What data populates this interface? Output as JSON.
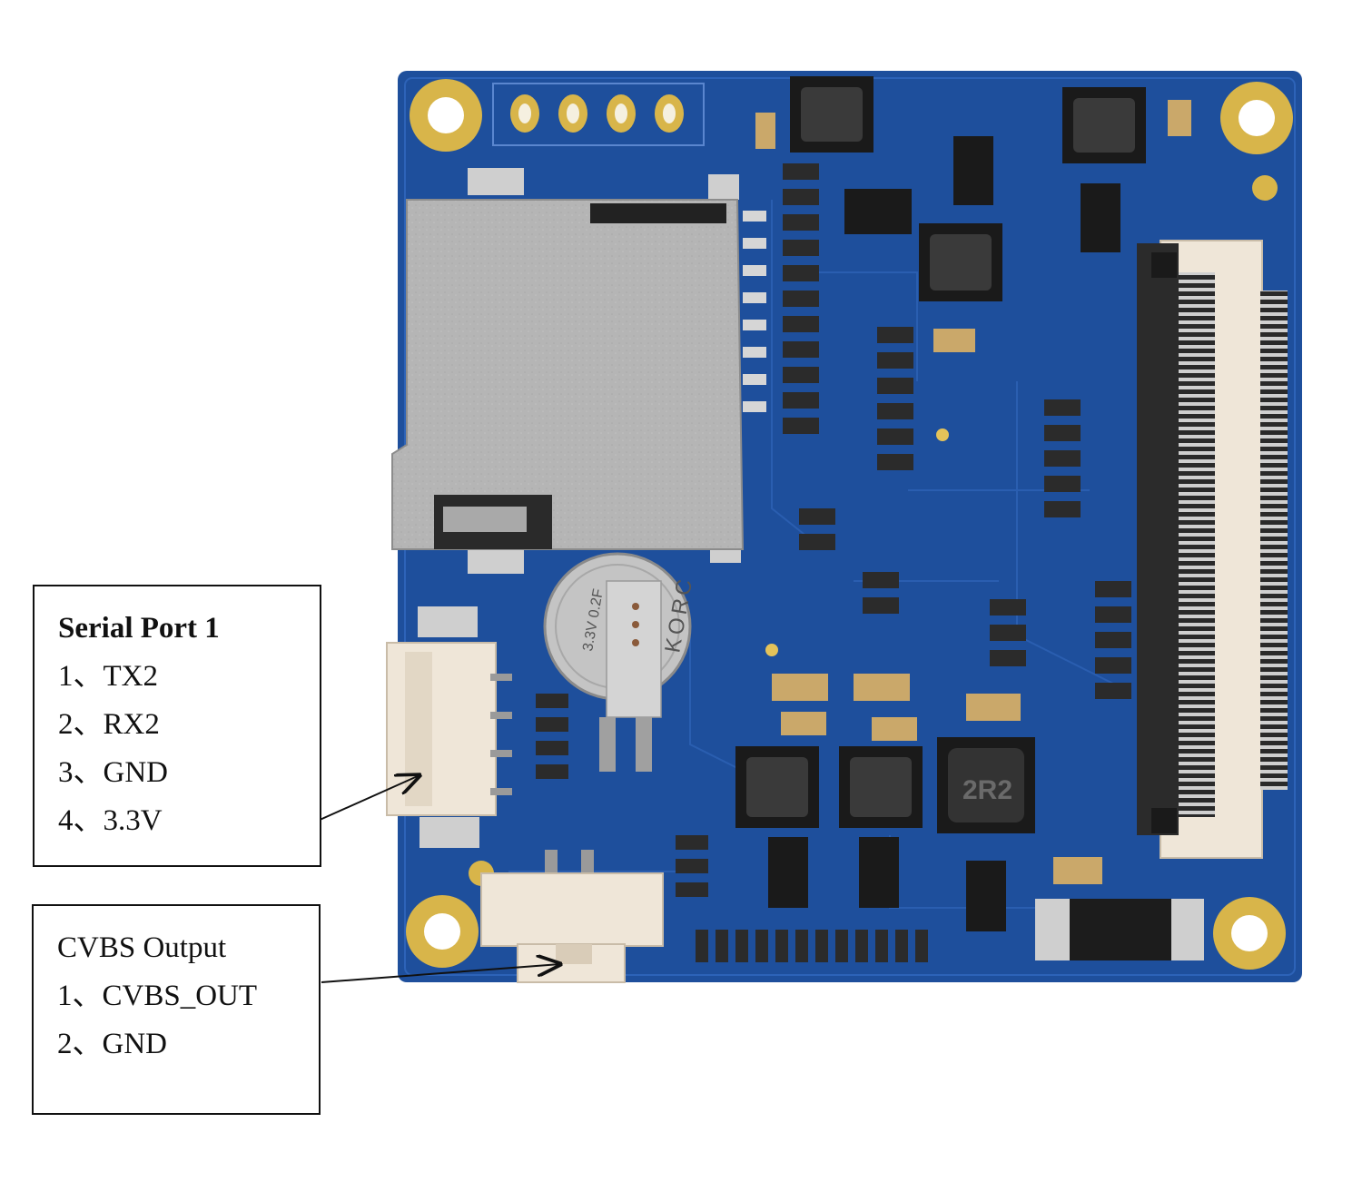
{
  "colors": {
    "pcb": "#1e4f9c",
    "pcb_dark": "#173f82",
    "gold": "#d8b54a",
    "metal": "#b9b9b9",
    "connector": "#efe6d8",
    "component_dark": "#2b2b2b",
    "arrow": "#111111"
  },
  "labels": {
    "serial_port": {
      "title": "Serial Port 1",
      "pins": [
        "1、TX2",
        "2、RX2",
        "3、GND",
        "4、3.3V"
      ]
    },
    "cvbs_output": {
      "title": "CVBS Output",
      "pins": [
        "1、CVBS_OUT",
        "2、GND"
      ]
    }
  },
  "board_markings": {
    "battery_text": "KORC",
    "battery_rating": "3.3V 0.2F",
    "inductor_text": "2R2"
  },
  "icons": {
    "arrow": "arrow-right-icon"
  }
}
